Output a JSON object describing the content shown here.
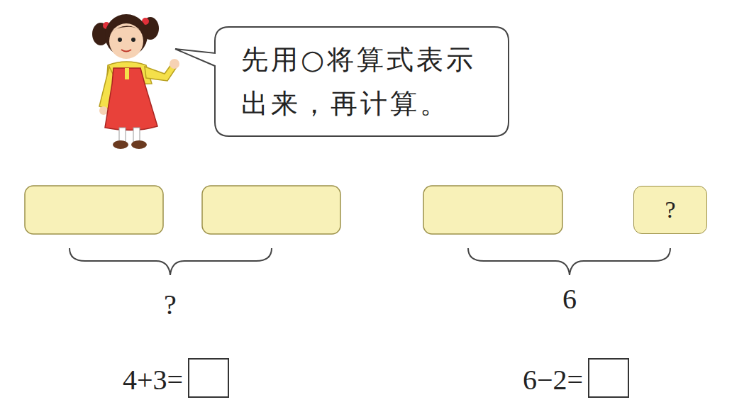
{
  "diagram": {
    "nodes": [
      {
        "text": [
          "先用○将算式表示 出来，再计算。"
        ]
      },
      {
        "text": [
          "?"
        ]
      }
    ],
    "labels": [
      "?",
      "6",
      "4+3=",
      "6−2="
    ]
  }
}
